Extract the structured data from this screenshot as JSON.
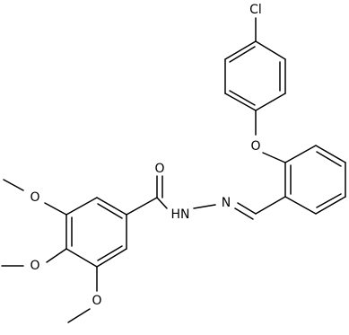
{
  "molecule": {
    "atom_labels": {
      "chlorine": "Cl",
      "ether_oxygen": "O",
      "carbonyl_oxygen": "O",
      "imine_nitrogen": "N",
      "amide_nh": "HN",
      "methoxy_oxygen_top": "O",
      "methoxy_oxygen_middle": "O",
      "methoxy_oxygen_bottom": "O"
    },
    "colors": {
      "bond": "#000000",
      "label": "#000000",
      "background": "#ffffff"
    }
  }
}
